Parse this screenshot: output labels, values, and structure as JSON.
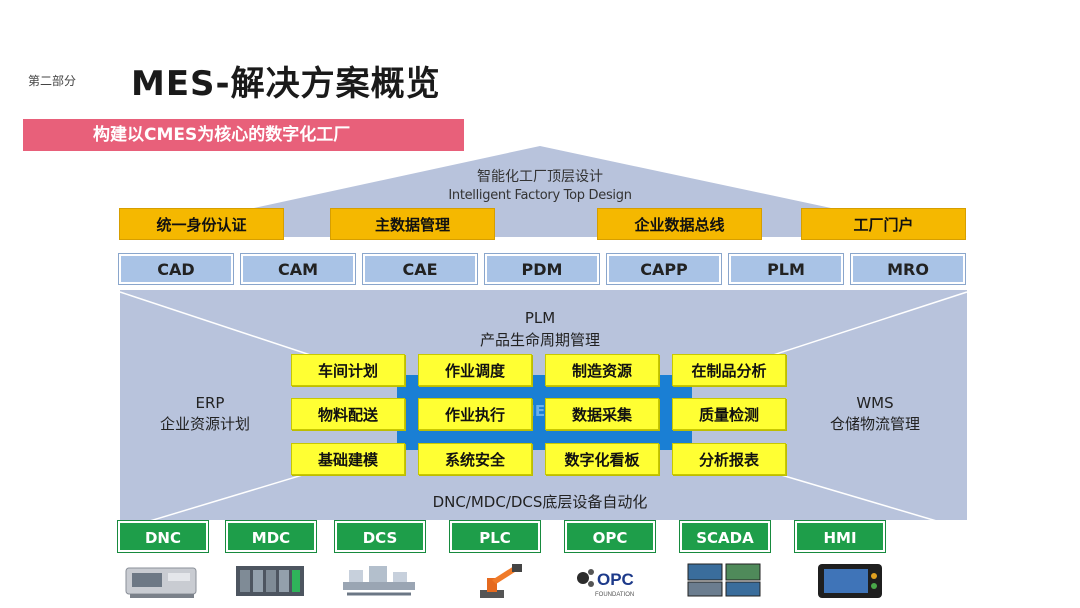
{
  "header": {
    "section_label": "第二部分",
    "title": "MES-解决方案概览",
    "subtitle": "构建以CMES为核心的数字化工厂"
  },
  "top_design": {
    "cn": "智能化工厂顶层设计",
    "en": "Intelligent Factory Top Design"
  },
  "top_modules": [
    "统一身份认证",
    "主数据管理",
    "企业数据总线",
    "工厂门户"
  ],
  "systems": [
    "CAD",
    "CAM",
    "CAE",
    "PDM",
    "CAPP",
    "PLM",
    "MRO"
  ],
  "plm": {
    "en": "PLM",
    "cn": "产品生命周期管理"
  },
  "erp": {
    "en": "ERP",
    "cn": "企业资源计划"
  },
  "wms": {
    "en": "WMS",
    "cn": "仓储物流管理"
  },
  "mes_grid": {
    "label": "ME",
    "cells": [
      [
        "车间计划",
        "作业调度",
        "制造资源",
        "在制品分析"
      ],
      [
        "物料配送",
        "作业执行",
        "数据采集",
        "质量检测"
      ],
      [
        "基础建模",
        "系统安全",
        "数字化看板",
        "分析报表"
      ]
    ]
  },
  "bottom_title": "DNC/MDC/DCS底层设备自动化",
  "devices": [
    "DNC",
    "MDC",
    "DCS",
    "PLC",
    "OPC",
    "SCADA",
    "HMI"
  ],
  "device_icons": [
    "cnc-machine-icon",
    "control-cabinet-icon",
    "automation-line-icon",
    "robot-arm-icon",
    "opc-logo-icon",
    "scada-monitors-icon",
    "hmi-panel-icon"
  ],
  "device_logo_text": {
    "opc": "OPC",
    "opc_sub": "FOUNDATION"
  },
  "colors": {
    "banner": "#e8607a",
    "house": "#b8c3dc",
    "yellow": "#f5b800",
    "blue_pill": "#a9c3e6",
    "mes_grid": "#1a7fd4",
    "func_cell": "#ffff33",
    "green": "#1e9e4a"
  }
}
